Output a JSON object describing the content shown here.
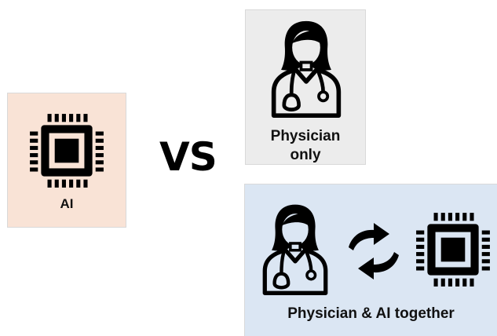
{
  "colors": {
    "ai_panel_bg": "#f9e3d6",
    "physician_panel_bg": "#ececec",
    "together_panel_bg": "#dbe6f3",
    "icon": "#000000"
  },
  "ai_panel": {
    "label": "AI",
    "icon": "cpu-chip-icon"
  },
  "vs_text": "VS",
  "physician_panel": {
    "label_line1": "Physician",
    "label_line2": "only",
    "icon": "female-physician-icon"
  },
  "together_panel": {
    "label": "Physician & AI together",
    "icons": [
      "female-physician-icon",
      "exchange-arrows-icon",
      "cpu-chip-icon"
    ]
  }
}
